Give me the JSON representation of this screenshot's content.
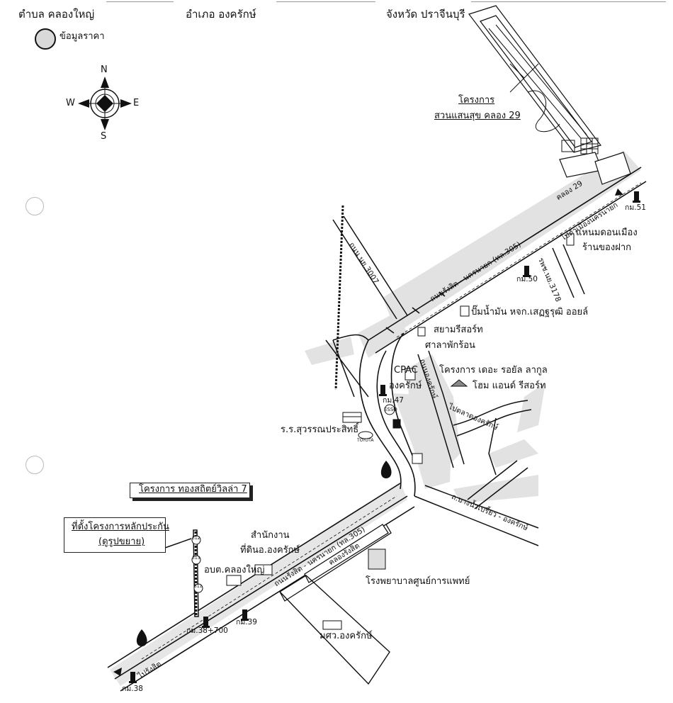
{
  "header": {
    "tambon": "ตำบล คลองใหญ่",
    "amphoe": "อำเภอ องครักษ์",
    "province": "จังหวัด ปราจีนบุรี"
  },
  "legend": {
    "label": "ข้อมูลราคา",
    "swatch_color": "#d9d9d9"
  },
  "compass": {
    "n": "N",
    "s": "S",
    "e": "E",
    "w": "W"
  },
  "colors": {
    "road_band": "#d4d4d4",
    "canal": "#e4e4e4",
    "ink": "#111111"
  },
  "labels": {
    "project_suan_line1": "โครงการ",
    "project_suan_line2": "สวนแสนสุข คลอง 29",
    "khlong29": "คลอง 29",
    "km51": "กม.51",
    "to_nakhon_nayok": "ไปตัวเมืองนครนายก",
    "hanmadon_line1": "แหนมดอนเมือง",
    "hanmadon_line2": "ร้านของฝาก",
    "road_nyk3007": "ถนน นย.3007",
    "road_rangsit_nyk_top": "ถนนรังสิต - นครนายก (ทล.305)",
    "road_ryc": "รพช.นย.3178",
    "km50": "กม.50",
    "gas_station": "ปั๊มน้ำมัน หจก.เสฏฐรุฒิ ออยล์",
    "siam_resort": "สยามรีสอร์ท",
    "sala": "ศาลาพักร้อน",
    "cpac": "CPAC",
    "ongkharak_town": "องครักษ์",
    "royal_lagoon_line1": "โครงการ เดอะ รอยัล ลากูล",
    "royal_lagoon_line2": "โฮม แอนด์ รีสอร์ท",
    "km47": "กม.47",
    "to_ongkharak_road": "ไปตลาดองครักษ์",
    "ongkharak_road": "ถนนองครักษ์",
    "school": "ร.ร.สุวรรณประสิทธิ์",
    "toyota": "TOYOTA",
    "esso": "ESSO",
    "project_tongsathit": "โครงการ ทองสถิตย์วิลล่า 7",
    "collateral_line1": "ที่ตั้งโครงการหลักประกัน",
    "collateral_line2": "(ดูรูปขยาย)",
    "road_bangnamprieo": "ถ.บางน้ำเปรี้ยว - องครักษ์",
    "land_office_line1": "สำนักงาน",
    "land_office_line2": "ที่ดินอ.องครักษ์",
    "obt": "อบต.คลองใหญ่",
    "road_rangsit_nyk_bottom": "ถนนรังสิต - นครนายก (ทล.305)",
    "khlong_rangsit": "คลองรังสิต",
    "hospital": "โรงพยาบาลศูนย์การแพทย์",
    "km38_700": "กม.38+700",
    "km39": "กม.39",
    "swu": "มศว.องครักษ์",
    "to_rangsit": "ไปรังสิต",
    "km38": "กม.38",
    "shield1": "312",
    "shield2": "313",
    "shield3": "311"
  }
}
